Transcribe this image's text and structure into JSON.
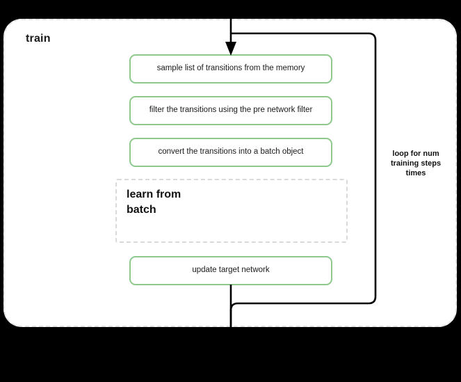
{
  "diagram": {
    "type": "flowchart",
    "scope": {
      "title": "train",
      "border_style": "dashed",
      "accent_color": "#8ec98c"
    },
    "steps": [
      {
        "id": "sample",
        "label": "sample list of transitions from the memory",
        "style": "green-rounded"
      },
      {
        "id": "filter",
        "label": "filter the transitions using the pre network filter",
        "style": "green-rounded"
      },
      {
        "id": "convert",
        "label": "convert the transitions into a batch object",
        "style": "green-rounded"
      },
      {
        "id": "update",
        "label": "update target network",
        "style": "green-rounded"
      }
    ],
    "subscope": {
      "id": "learn-from-batch",
      "label": "learn from\nbatch",
      "label_line_1": "learn from",
      "label_line_2": "batch",
      "border_style": "dashed"
    },
    "loop": {
      "label_line_1": "loop for num",
      "label_line_2": "training steps",
      "label_line_3": "times",
      "label": "loop for num training steps times",
      "color": "#000000"
    },
    "connectors": [
      {
        "id": "entry-arrow",
        "from": "top",
        "to": "sample",
        "arrowhead": true
      },
      {
        "id": "loop-back",
        "from": "update",
        "to": "sample",
        "arrowhead": false
      },
      {
        "id": "exit-line",
        "from": "update",
        "to": "bottom",
        "arrowhead": false
      }
    ]
  }
}
